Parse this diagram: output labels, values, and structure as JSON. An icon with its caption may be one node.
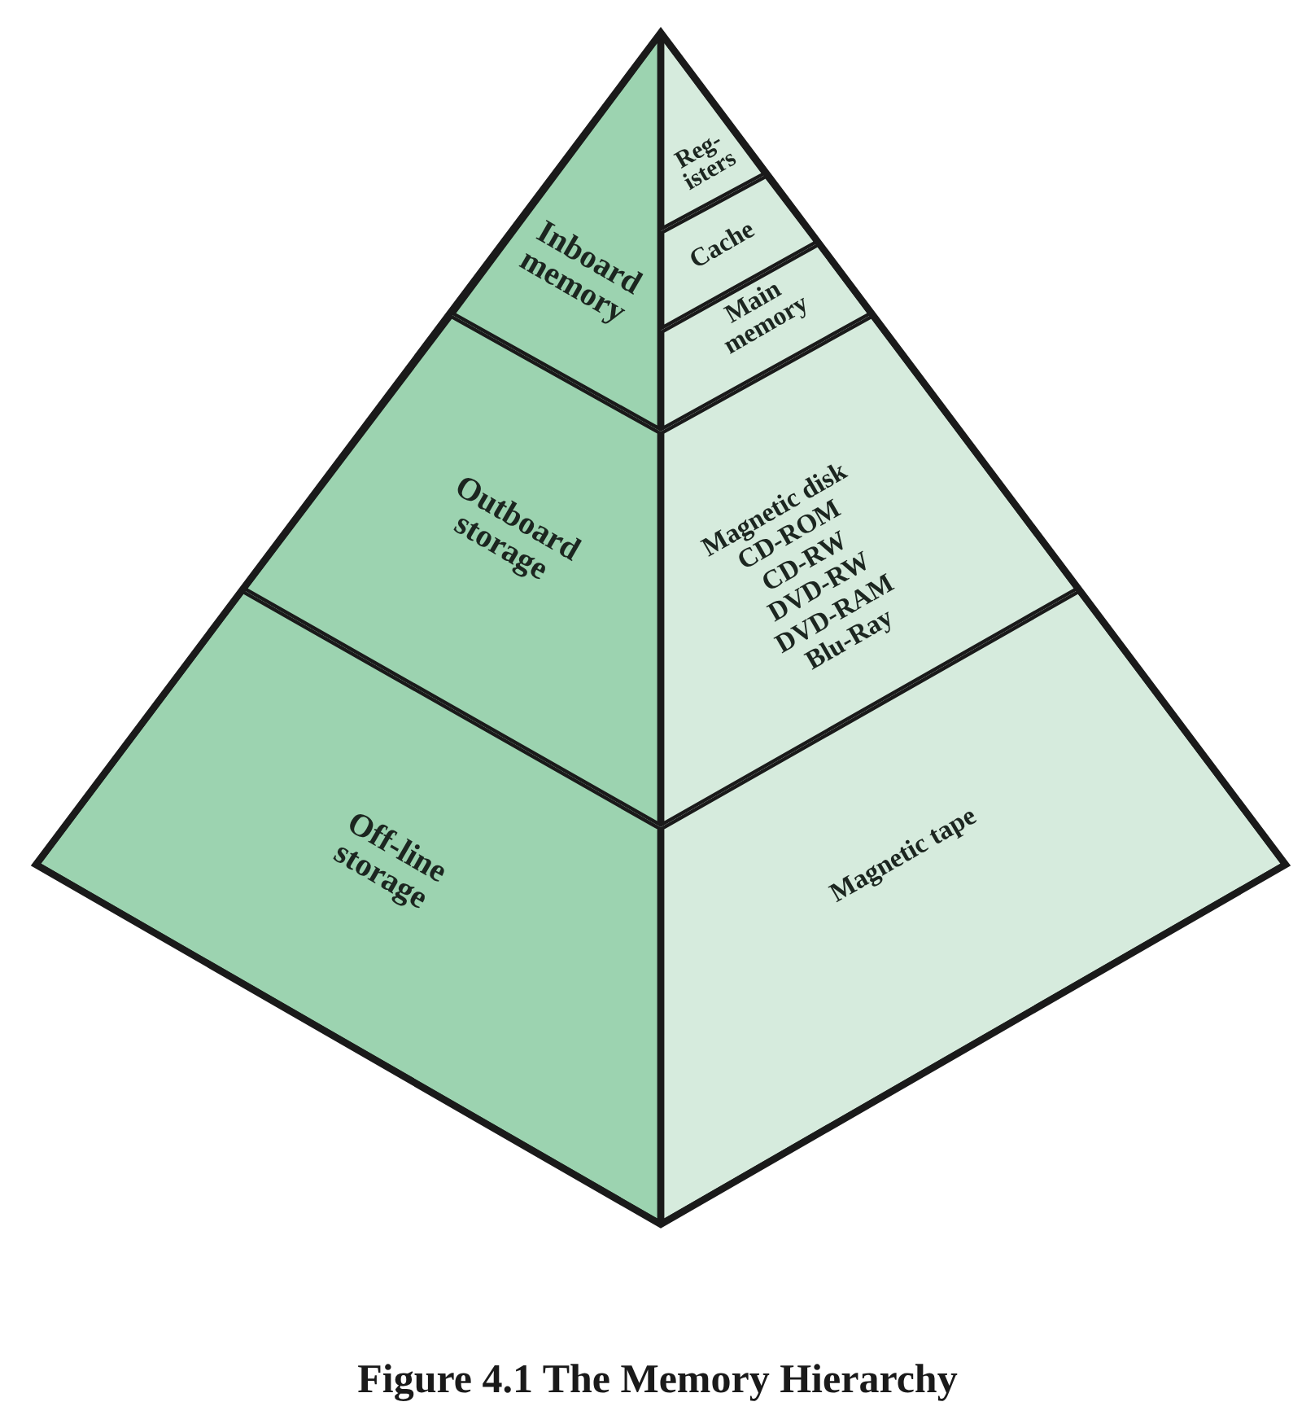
{
  "diagram": {
    "caption": "Figure 4.1 The Memory Hierarchy",
    "nodes": [
      {
        "text": [
          "Inboard memory"
        ]
      },
      {
        "text": [
          "Reg- isters"
        ]
      },
      {
        "text": [
          "Cache"
        ]
      },
      {
        "text": [
          "Main memory"
        ]
      },
      {
        "text": [
          "Outboard storage"
        ]
      },
      {
        "text": [
          "Magnetic disk",
          "CD-ROM",
          "CD-RW",
          "DVD-RW",
          "DVD-RAM",
          "Blu-Ray"
        ]
      },
      {
        "text": [
          "Off-line storage"
        ]
      },
      {
        "text": [
          "Magnetic tape"
        ]
      }
    ]
  }
}
